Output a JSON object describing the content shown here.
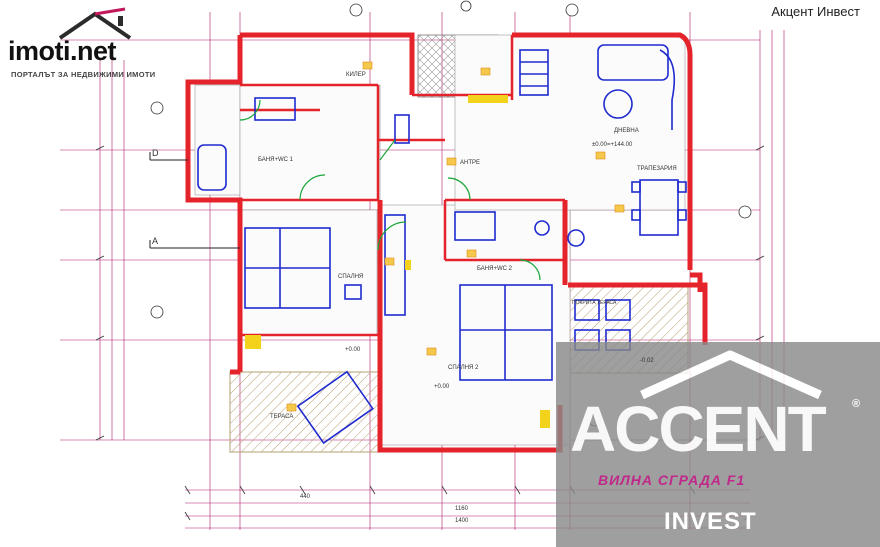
{
  "branding": {
    "site_logo_main": "imoti",
    "site_logo_tld": ".net",
    "site_tagline": "ПОРТАЛЪТ ЗА НЕДВИЖИМИ ИМОТИ",
    "agency_caption": "Акцент Инвест",
    "watermark_word": "ACCENT",
    "watermark_sub": "INVEST",
    "registered_mark": "®"
  },
  "plan": {
    "project_title": "ВИЛНА СГРАДА F1",
    "room_labels": {
      "living": "ДНЕВНА",
      "dining": "ТРАПЕЗАРИЯ",
      "entrance": "АНТРЕ",
      "bedroom1": "СПАЛНЯ",
      "bedroom2": "СПАЛНЯ 2",
      "bath1": "БАНЯ+WC 1",
      "bath2": "БАНЯ+WC 2",
      "terrace": "ТЕРАСА",
      "covered_terrace": "ПОКРИТА ТЕРАСА",
      "closet": "КИЛЕР"
    },
    "levels": {
      "level_main": "±0.00=+144.00",
      "level_b1": "+0.00",
      "level_b2": "+0.00",
      "level_t": "-0.02"
    },
    "section_marks": [
      "D",
      "A"
    ],
    "dimensions_bottom": [
      "440",
      "1400",
      "1160"
    ]
  },
  "colors": {
    "wall_red": "#e4232b",
    "dim_magenta": "#b01a6a",
    "furniture_blue": "#1f2bd0",
    "accent_yellow": "#f2d21a",
    "accent_green": "#1aa63a",
    "hatch_tan": "#c9b48a",
    "watermark_grey": "#8a8a8a"
  },
  "icons": {
    "house_roof": "house-roof-icon",
    "watermark_house": "watermark-house-icon"
  }
}
